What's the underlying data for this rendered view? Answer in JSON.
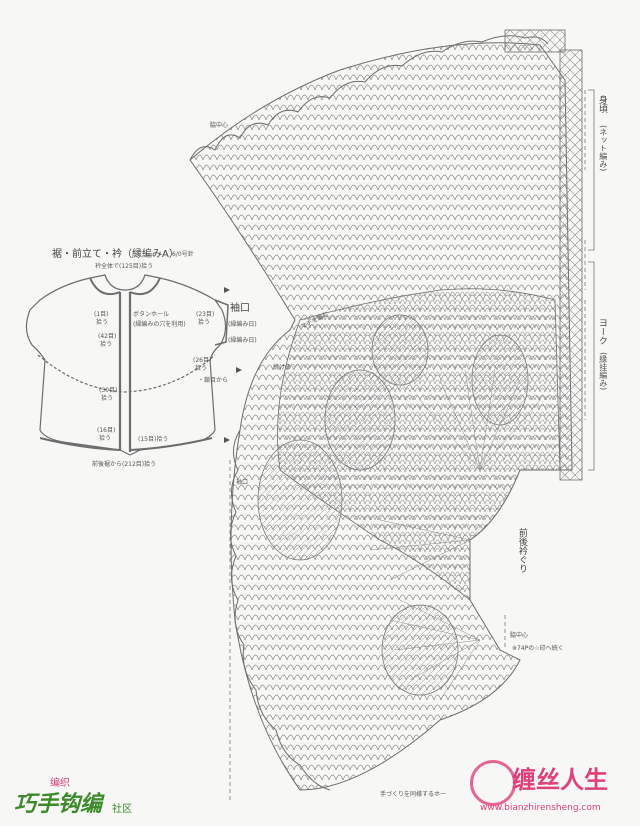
{
  "inset": {
    "title": "裾・前立て・衿（縁編みA）",
    "title_note": "6/0号針",
    "collar_total": "衿全体で(125目)拾う",
    "buttonhole": "ボタンホール",
    "buttonhole_note": "(縁編みの穴を利用)",
    "pick_1": "(1目)",
    "pick_1b": "拾う",
    "pick_23": "(23目)",
    "pick_23b": "拾う",
    "pick_42": "(42目)",
    "pick_42b": "拾う",
    "pick_30": "(30目)",
    "pick_30b": "拾う",
    "pick_16": "(16目)",
    "pick_16b": "拾う",
    "pick_15": "(15目)拾う",
    "pick_26": "(26目)",
    "pick_26b": "拾う",
    "from_stitch": "・鎖目から",
    "hem_pick": "前後裾から(212目)拾う",
    "sleeve_label": "袖口",
    "sleeve_edge": "(縁編み日)",
    "sleeve_edge2": "(縁編み日)"
  },
  "main": {
    "back_center": "脇中心",
    "body": "身頃",
    "body_net": "(ネット編み)",
    "yoke": "ヨーク",
    "yoke_edge": "(縁挂編み)",
    "sleeve": "袖口",
    "front_edge": "前後衿ぐり",
    "side_center": "脇中心",
    "continue_note": "※74Pの☆印へ続く",
    "sleeve_note": "マチを編む",
    "pick_continue": "続ける",
    "bottom_note": "手づくりを同様するホー"
  },
  "watermark": {
    "left_top": "编织",
    "left_main": "巧手钩编",
    "left_sub": "社区",
    "right_main": "缠丝人生",
    "right_url": "www.bianzhirensheng.com"
  },
  "colors": {
    "line": "#7a7a7a",
    "ink": "#444444",
    "wm_green": "#3a8a2a",
    "wm_pink": "#e0407a"
  }
}
